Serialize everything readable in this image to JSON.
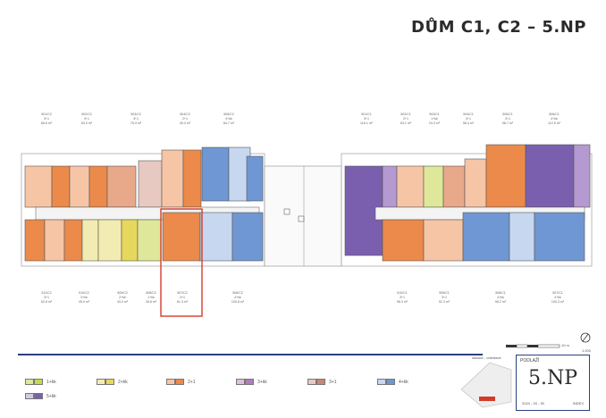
{
  "header": {
    "title": "DŮM C1, C2 – 5.NP"
  },
  "units_top_left": [
    {
      "id": "501/C2",
      "type": "3+1",
      "area": "66.6 m²"
    },
    {
      "id": "502/C2",
      "type": "3+1",
      "area": "63.0 m²"
    },
    {
      "id": "503/C2",
      "type": "3+1",
      "area": "75.3 m²"
    },
    {
      "id": "504/C2",
      "type": "2+1",
      "area": "49.3 m²"
    },
    {
      "id": "505/C2",
      "type": "4+kk",
      "area": "84.7 m²"
    }
  ],
  "units_bottom_left": [
    {
      "id": "511/C2",
      "type": "3+1",
      "area": "52.8 m²"
    },
    {
      "id": "510/C2",
      "type": "3+kk",
      "area": "49.0 m²"
    },
    {
      "id": "509/C2",
      "type": "2+kk",
      "area": "43.0 m²"
    },
    {
      "id": "508/C2",
      "type": "1+kk",
      "area": "26.8 m²"
    },
    {
      "id": "507/C2",
      "type": "2+1",
      "area": "61.3 m²"
    },
    {
      "id": "506/C2",
      "type": "4+kk",
      "area": "100.8 m²"
    }
  ],
  "units_top_right": [
    {
      "id": "501/C1",
      "type": "3+1",
      "area": "116.1 m²"
    },
    {
      "id": "502/C1",
      "type": "2+1",
      "area": "63.1 m²"
    },
    {
      "id": "503/C1",
      "type": "1+kk",
      "area": "24.3 m²"
    },
    {
      "id": "504/C1",
      "type": "3+1",
      "area": "56.4 m²"
    },
    {
      "id": "505/C1",
      "type": "3+1",
      "area": "98.7 m²"
    },
    {
      "id": "506/C1",
      "type": "4+kk",
      "area": "112.5 m²"
    }
  ],
  "units_bottom_right": [
    {
      "id": "510/C1",
      "type": "3+1",
      "area": "98.3 m²"
    },
    {
      "id": "509/C1",
      "type": "3+1",
      "area": "51.3 m²"
    },
    {
      "id": "508/C1",
      "type": "4+kk",
      "area": "96.2 m²"
    },
    {
      "id": "507/C1",
      "type": "4+kk",
      "area": "100.3 m²"
    }
  ],
  "legend": {
    "items": [
      {
        "label": "1+kk",
        "colors": [
          "#dfe89a",
          "#c8d84e"
        ]
      },
      {
        "label": "2+kk",
        "colors": [
          "#f3ecb2",
          "#e6d85c"
        ]
      },
      {
        "label": "2+1",
        "colors": [
          "#f6c5a5",
          "#eb8a4a"
        ]
      },
      {
        "label": "3+kk",
        "colors": [
          "#dcc1de",
          "#b07dbb"
        ]
      },
      {
        "label": "3+1",
        "colors": [
          "#e8c9c2",
          "#c8877a"
        ]
      },
      {
        "label": "4+kk",
        "colors": [
          "#c6d7ef",
          "#6f97d4"
        ]
      },
      {
        "label": "5+kk",
        "colors": [
          "#d4c8e4",
          "#7a5fae"
        ]
      }
    ]
  },
  "minimap_label": "situace - orientace",
  "infobox": {
    "podlazi": "PODLAŽÍ",
    "floor": "5.NP",
    "date": "2024 - 03 - 30",
    "index": "INDEX"
  },
  "scale": {
    "start": "0",
    "end": "10 m",
    "ratio": "1:200"
  },
  "colors": {
    "orange": "#eb8a4a",
    "light_orange": "#f6c5a5",
    "salmon": "#e8a88a",
    "blue": "#6f97d4",
    "light_blue": "#c6d7ef",
    "purple": "#7a5fae",
    "light_purple": "#b49ad1",
    "yellow": "#e6d85c",
    "light_yellow": "#f3ecb2",
    "pink": "#dcc1de",
    "highlight": "#d23b2a",
    "core": "#f2f2f2",
    "wall": "#555555"
  }
}
